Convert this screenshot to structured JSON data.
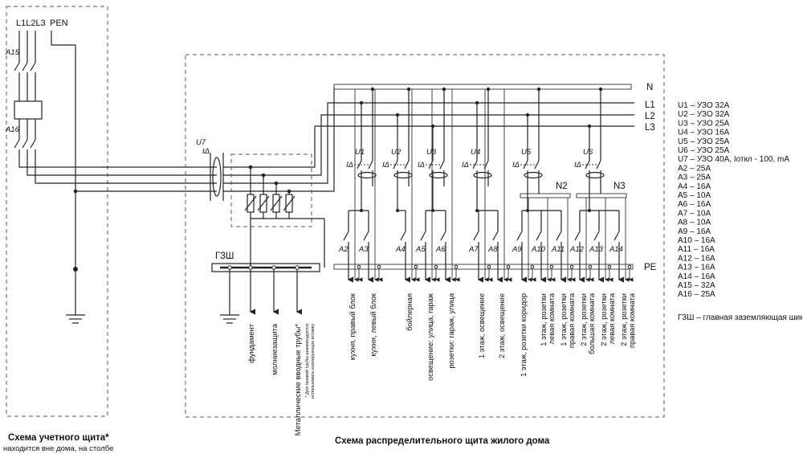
{
  "accounting_panel": {
    "phase_labels": "L1L2L3",
    "pen_label": "PEN",
    "breaker_a15": "A15",
    "breaker_a16": "A16",
    "title": "Схема учетного щита*",
    "subtitle": "находится вне дома, на столбе"
  },
  "distribution_panel": {
    "title": "Схема распределительного щита жилого дома",
    "rcd_main": "U7",
    "delta_symbol": "IΔ",
    "bus_labels": {
      "n": "N",
      "l1": "L1",
      "l2": "L2",
      "l3": "L3",
      "pe": "PE",
      "n2": "N2",
      "n3": "N3"
    },
    "rcds": [
      "U1",
      "U2",
      "U3",
      "U4",
      "U5",
      "U6"
    ],
    "breakers": [
      "A2",
      "A3",
      "A4",
      "A5",
      "A6",
      "A7",
      "A8",
      "A9",
      "A10",
      "A11",
      "A12",
      "A13",
      "A14"
    ],
    "gzsh": "ГЗШ",
    "ground_outputs": [
      "фундамент",
      "молниезащита",
      "Металлические вводные трубы*"
    ],
    "gas_note_line1": "* Для газовой трубы рекомендуется",
    "gas_note_line2": "использовать изолирующую вставку",
    "circuits": [
      "кухня, правый блок",
      "кухня, левый блок",
      "бойлерная",
      "освещение: улица, гараж",
      "розетки: гараж, улица",
      "1 этаж, освещение",
      "2 этаж, освещение",
      "1 этаж, розетки коридор",
      "1 этаж, розетки левая комната",
      "1 этаж, розетки правая комната",
      "2 этаж, розетки большая комната",
      "2 этаж, розетки левая комната",
      "2 этаж, розетки правая комната"
    ]
  },
  "legend": {
    "items": [
      "U1 – УЗО 32А",
      "U2 – УЗО 32А",
      "U3 – УЗО 25А",
      "U4 – УЗО 16А",
      "U5 – УЗО 25А",
      "U6 – УЗО 25А",
      "U7 – УЗО 40А, Iоткл - 100, mA",
      "A2 – 25А",
      "A3 – 25А",
      "A4 – 16А",
      "A5 – 10А",
      "A6 – 16А",
      "A7 – 10А",
      "A8 – 10А",
      "A9 – 16А",
      "A10 – 16А",
      "A11 – 16А",
      "A12 – 16А",
      "A13 – 16А",
      "A14 – 16А",
      "A15 – 32А",
      "A16 – 25А"
    ],
    "gzsh_note": "ГЗШ – главная заземляющая шина"
  }
}
